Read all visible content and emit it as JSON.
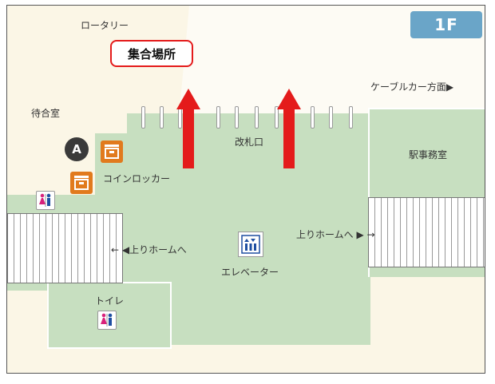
{
  "floor_label": "1F",
  "meeting_point": "集合場所",
  "places": {
    "rotary": "ロータリー",
    "waiting_room": "待合室",
    "ticket_gate": "改札口",
    "coin_locker": "コインロッカー",
    "station_office": "駅事務室",
    "elevator": "エレベーター",
    "toilet": "トイレ"
  },
  "directions": {
    "cable_car": "ケーブルカー方面▶",
    "up_platform_left": "← ◀上りホームへ",
    "up_platform_right": "上りホームへ ▶ →"
  },
  "marker_a": "A",
  "colors": {
    "accent_red": "#e41b1b",
    "floor_badge": "#6aa5c8",
    "station_green": "#c7dfc0",
    "locker_orange": "#e17a1d",
    "background": "#fbf6e6"
  },
  "icons": [
    "arrow-up-icon",
    "locker-icon",
    "toilet-icon",
    "elevator-icon"
  ]
}
